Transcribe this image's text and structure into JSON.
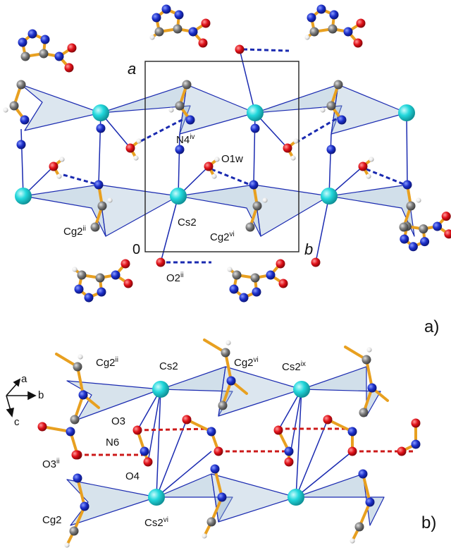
{
  "panel_a": {
    "tag": "a)",
    "axis_a": "a",
    "axis_b": "b",
    "origin": "0",
    "labels": {
      "n4": {
        "base": "N4",
        "sup": "iv"
      },
      "o1w": {
        "base": "O1w",
        "sup": ""
      },
      "cs2": {
        "base": "Cs2",
        "sup": ""
      },
      "cg2_ii": {
        "base": "Cg2",
        "sup": "ii"
      },
      "cg2_vi": {
        "base": "Cg2",
        "sup": "vi"
      },
      "o2_ii": {
        "base": "O2",
        "sup": "ii"
      }
    }
  },
  "panel_b": {
    "tag": "b)",
    "axes": {
      "a": "a",
      "b": "b",
      "c": "c"
    },
    "labels": {
      "cg2_ii": {
        "base": "Cg2",
        "sup": "ii"
      },
      "cs2": {
        "base": "Cs2",
        "sup": ""
      },
      "cg2_vi": {
        "base": "Cg2",
        "sup": "vi"
      },
      "cs2_ix": {
        "base": "Cs2",
        "sup": "ix"
      },
      "o3": {
        "base": "O3",
        "sup": ""
      },
      "n6": {
        "base": "N6",
        "sup": ""
      },
      "o3_ii": {
        "base": "O3",
        "sup": "ii"
      },
      "o4": {
        "base": "O4",
        "sup": ""
      },
      "cg2": {
        "base": "Cg2",
        "sup": ""
      },
      "cs2_vi": {
        "base": "Cs2",
        "sup": "vi"
      }
    }
  },
  "colors": {
    "cesium": "#22d8dc",
    "nitrogen": "#1c2fc9",
    "oxygen": "#e01018",
    "carbon": "#7a7a7a",
    "hydrogen": "#f2f2f2",
    "bond": "#e8a020",
    "coordination": "#1a2ab0",
    "hbond_blue": "#1a2ab0",
    "hbond_red": "#cc1a1a",
    "polyhedron": "#9ab8d0"
  }
}
